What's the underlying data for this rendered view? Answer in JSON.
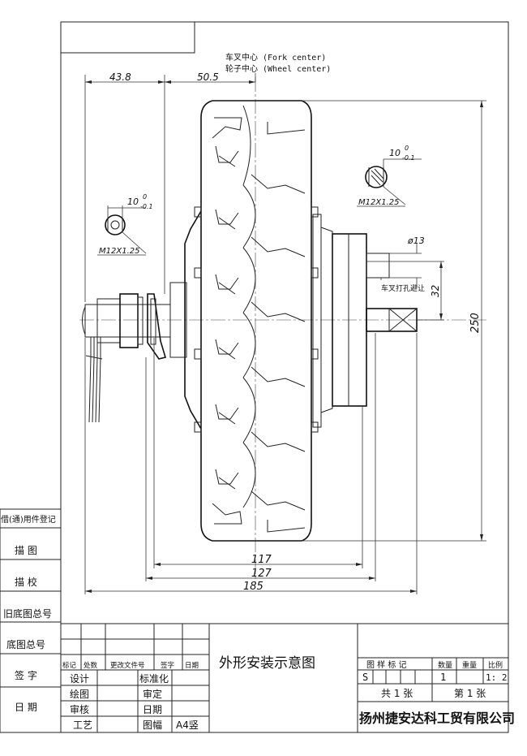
{
  "labels": {
    "fork_center": "车叉中心 (Fork center)",
    "wheel_center": "轮子中心 (Wheel center)",
    "fork_clearance": "车叉打孔避让"
  },
  "dimensions": {
    "d_43_8": "43.8",
    "d_50_5": "50.5",
    "d_117": "117",
    "d_127": "127",
    "d_185": "185",
    "d_250": "250",
    "d_32": "32",
    "d_phi13": "ø13",
    "flat_left_nominal": "10",
    "flat_left_tol_upper": "0",
    "flat_left_tol_lower": "-0.1",
    "thread_left": "M12X1.25",
    "flat_right_nominal": "10",
    "flat_right_tol_upper": "0",
    "flat_right_tol_lower": "-0.1",
    "thread_right": "M12X1.25"
  },
  "left_panel": [
    "借(通)用件登记",
    "描 图",
    "描 校",
    "旧底图总号",
    "底图总号",
    "签 字",
    "日 期"
  ],
  "title_block": {
    "rev_headers": [
      "标记",
      "处数",
      "更改文件号",
      "签字",
      "日期"
    ],
    "roles": {
      "design": "设计",
      "standardize": "标准化",
      "draw": "绘图",
      "review": "审定",
      "check": "审核",
      "date": "日期",
      "process": "工艺",
      "sheet_size": "图幅",
      "sheet_size_value": "A4竖"
    },
    "drawing_title": "外形安装示意图",
    "stage_mark_header": "图 样 标 记",
    "qty_header": "数量",
    "weight_header": "重量",
    "scale_header": "比例",
    "stage_mark_value": "S",
    "qty_value": "1",
    "scale_value": "1: 2",
    "total_sheets": "共 1 张",
    "sheet_no": "第 1 张",
    "company": "扬州捷安达科工贸有限公司"
  }
}
